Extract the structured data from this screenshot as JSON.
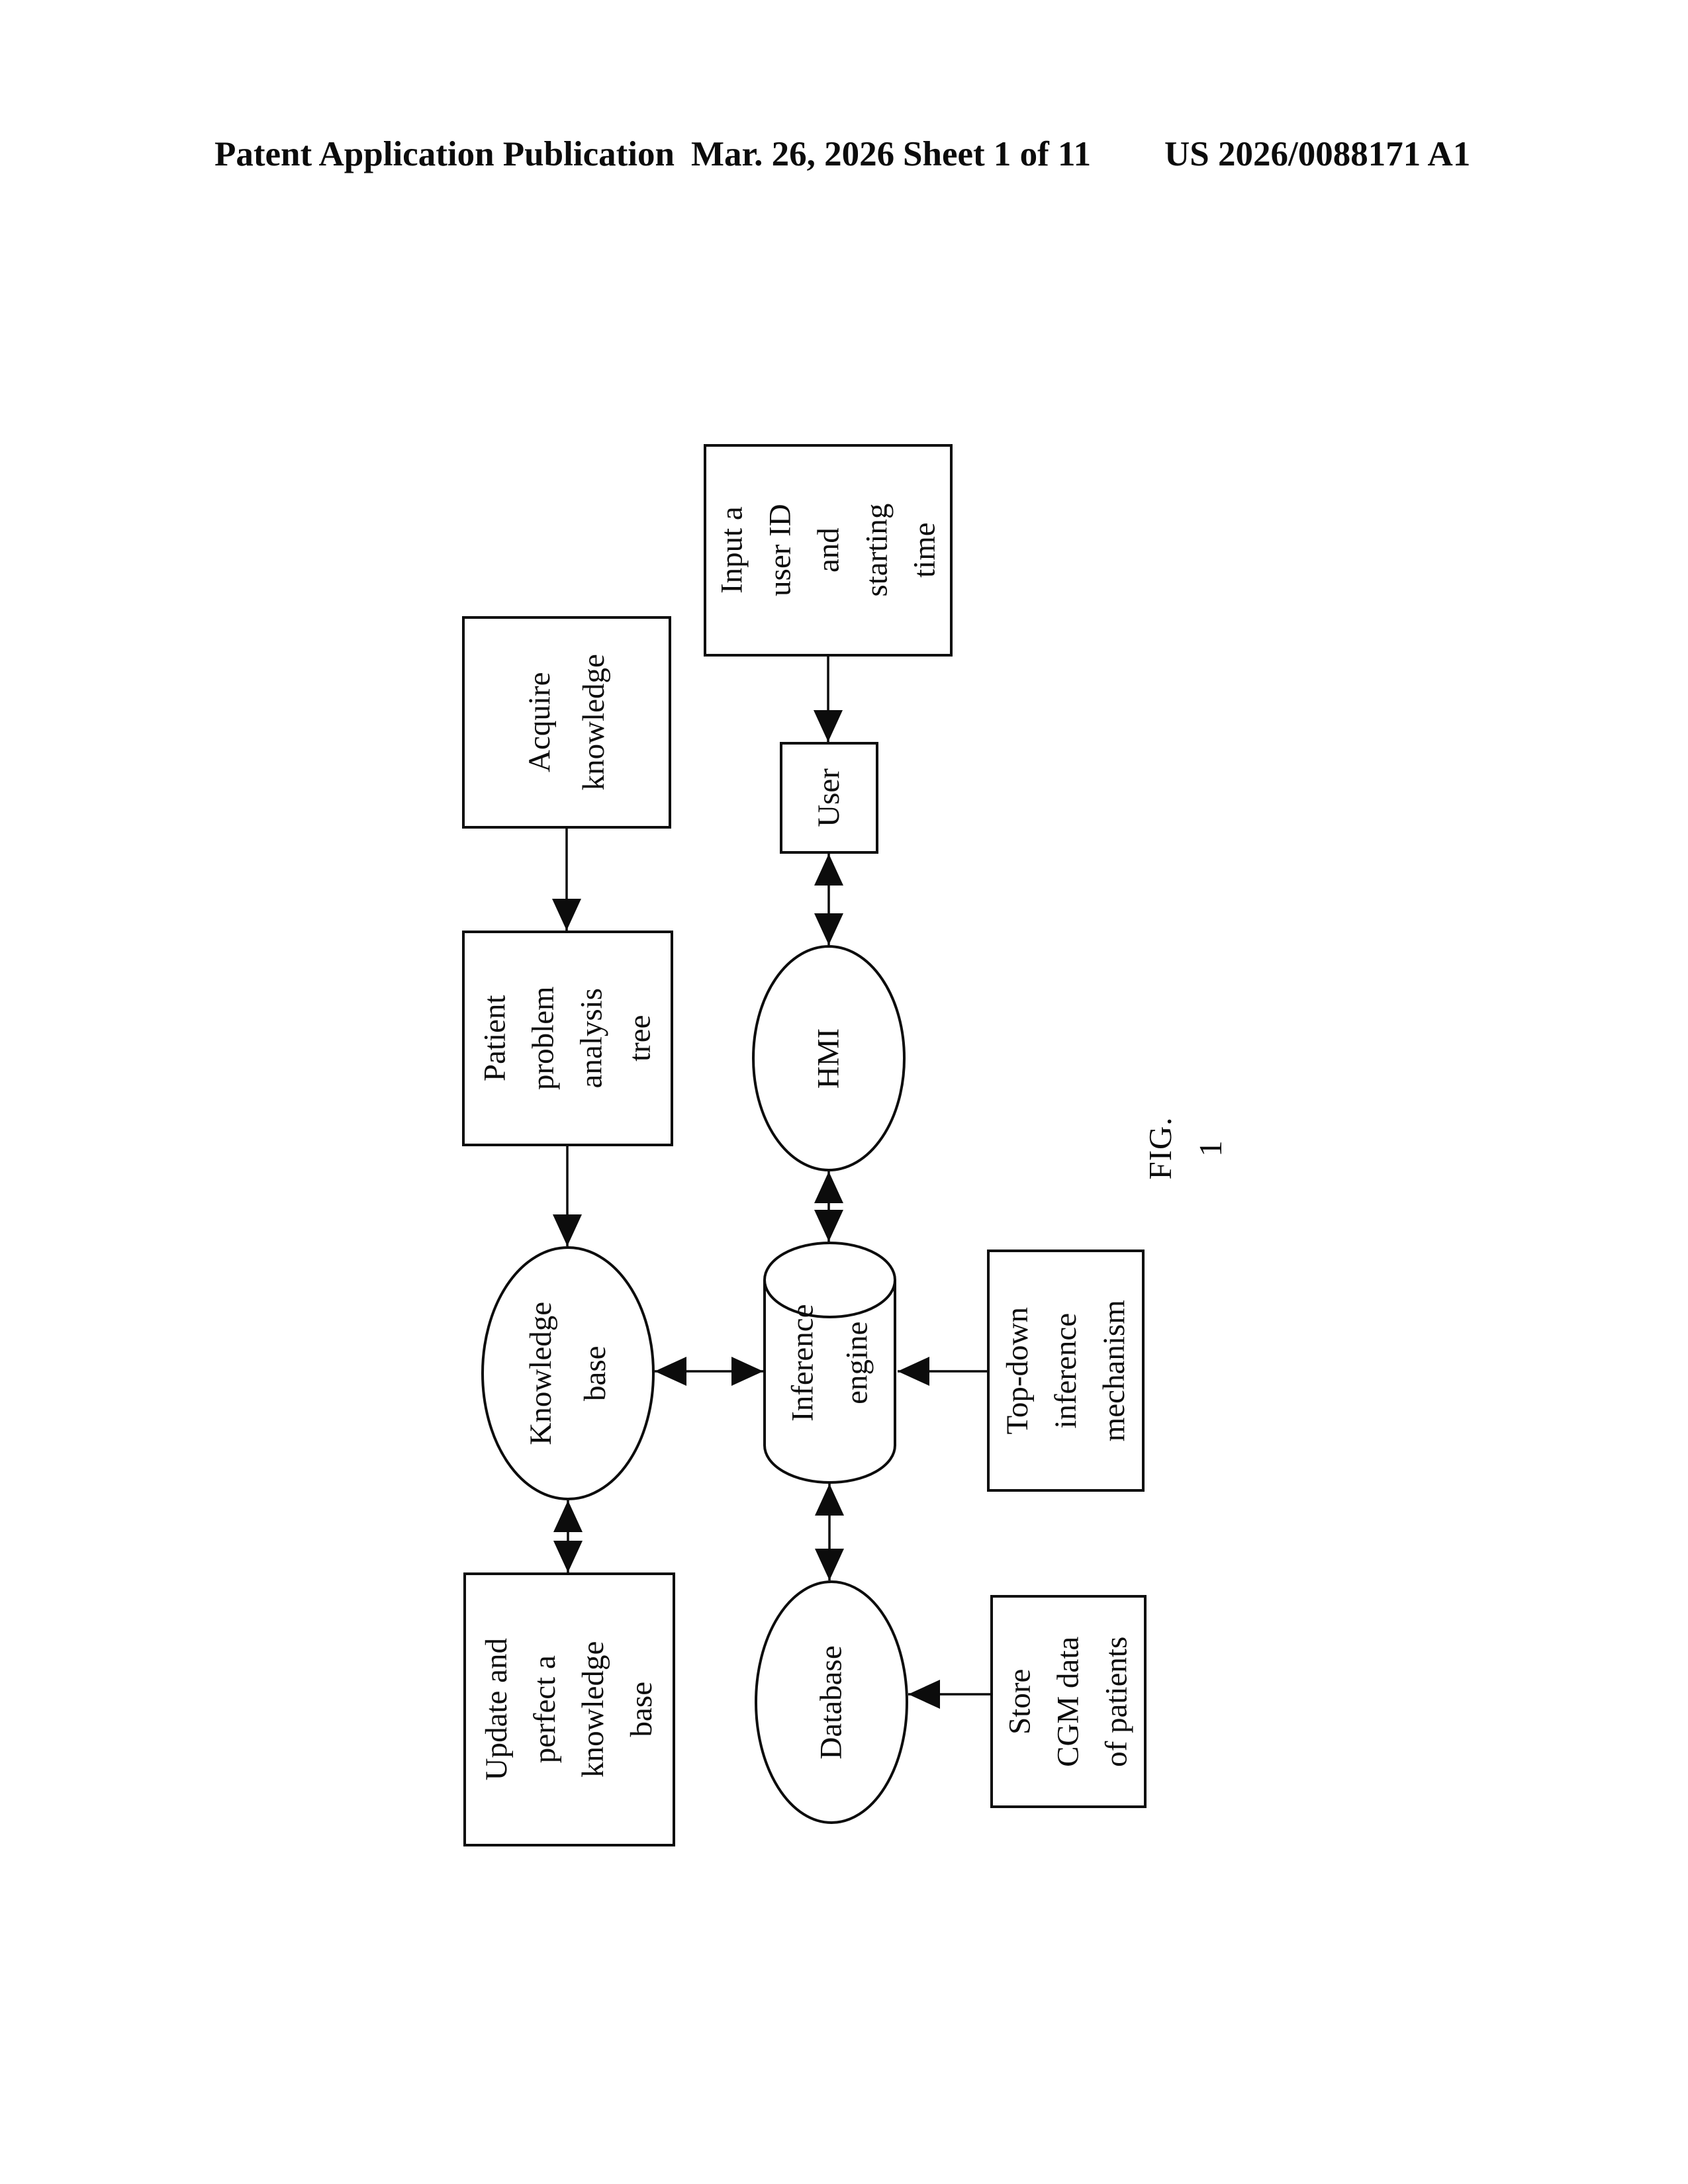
{
  "header": {
    "publication": "Patent Application Publication",
    "date": "Mar. 26, 2026",
    "sheet": "Sheet 1 of 11",
    "patent_number": "US 2026/0088171 A1"
  },
  "figure": {
    "caption": "FIG. 1",
    "ink_color": "#0c0c0c",
    "paper_color": "#ffffff",
    "text_rotation_deg": -90,
    "nodes": {
      "acquire_knowledge": {
        "shape": "rectangle",
        "label": "Acquire\nknowledge"
      },
      "patient_problem_tree": {
        "shape": "rectangle",
        "label": "Patient\nproblem\nanalysis\ntree"
      },
      "knowledge_base": {
        "shape": "ellipse",
        "label": "Knowledge\nbase"
      },
      "update_knowledge_base": {
        "shape": "rectangle",
        "label": "Update and\nperfect a\nknowledge\nbase"
      },
      "input_user_id": {
        "shape": "rectangle",
        "label": "Input a\nuser ID\nand\nstarting\ntime"
      },
      "user": {
        "shape": "rectangle",
        "label": "User"
      },
      "hmi": {
        "shape": "ellipse",
        "label": "HMI"
      },
      "inference_engine": {
        "shape": "cylinder",
        "label": "Inference\nengine"
      },
      "top_down_mechanism": {
        "shape": "rectangle",
        "label": "Top-down\ninference\nmechanism"
      },
      "database": {
        "shape": "ellipse",
        "label": "Database"
      },
      "store_cgm_data": {
        "shape": "rectangle",
        "label": "Store\nCGM data\nof patients"
      }
    },
    "edges": [
      {
        "from": "acquire_knowledge",
        "to": "patient_problem_tree",
        "type": "one-way"
      },
      {
        "from": "patient_problem_tree",
        "to": "knowledge_base",
        "type": "one-way"
      },
      {
        "from": "knowledge_base",
        "to": "update_knowledge_base",
        "type": "two-way"
      },
      {
        "from": "input_user_id",
        "to": "user",
        "type": "one-way"
      },
      {
        "from": "user",
        "to": "hmi",
        "type": "two-way"
      },
      {
        "from": "hmi",
        "to": "inference_engine",
        "type": "two-way"
      },
      {
        "from": "knowledge_base",
        "to": "inference_engine",
        "type": "two-way"
      },
      {
        "from": "top_down_mechanism",
        "to": "inference_engine",
        "type": "one-way"
      },
      {
        "from": "inference_engine",
        "to": "database",
        "type": "two-way"
      },
      {
        "from": "store_cgm_data",
        "to": "database",
        "type": "one-way"
      }
    ]
  }
}
